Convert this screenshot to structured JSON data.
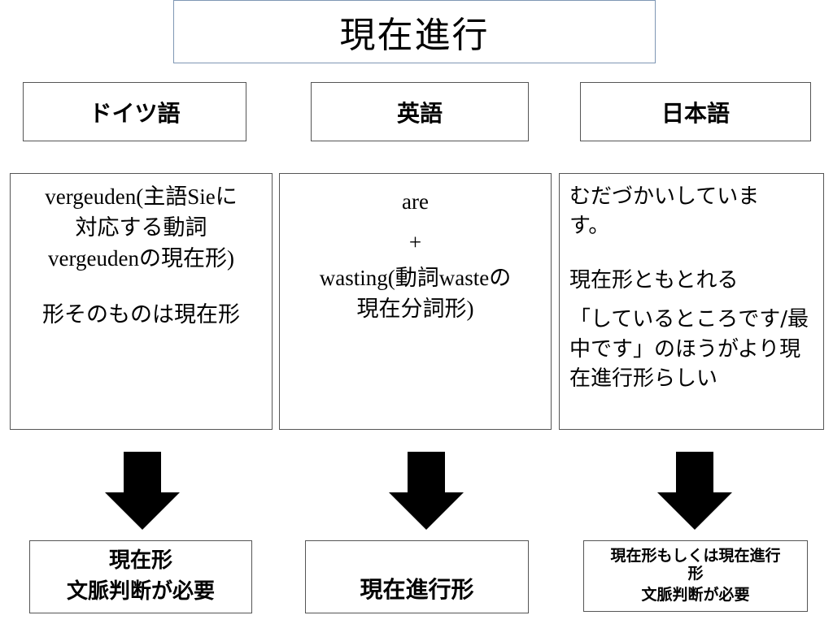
{
  "title": "現在進行",
  "columns": [
    {
      "header": "ドイツ語",
      "body": {
        "p1_l1_a": "vergeuden(",
        "p1_l1_b": "主語",
        "p1_l1_c": "Sie",
        "p1_l1_d": "に",
        "p1_l2": "対応する動詞",
        "p1_l3_a": "vergeuden",
        "p1_l3_b": "の現在形",
        "p1_l3_c": ")",
        "p2": "形そのものは現在形"
      },
      "result": {
        "line1": "現在形",
        "line2": "文脈判断が必要"
      }
    },
    {
      "header": "英語",
      "body": {
        "l1": "are",
        "l2": "+",
        "l3_a": "wasting(",
        "l3_b": "動詞",
        "l3_c": "waste",
        "l3_d": "の",
        "l4_a": "現在分詞形",
        "l4_b": ")"
      },
      "result": {
        "line1": "現在進行形"
      }
    },
    {
      "header": "日本語",
      "body": {
        "p1_l1": "むだづかいしていま",
        "p1_l2": "す。",
        "p2": "現在形ともとれる",
        "p3_l1": "「しているところです/最",
        "p3_l2": "中です」のほうがより現",
        "p3_l3": "在進行形らしい"
      },
      "result": {
        "line1": "現在形もしくは現在進行",
        "line2": "形",
        "line3": "文脈判断が必要"
      }
    }
  ]
}
